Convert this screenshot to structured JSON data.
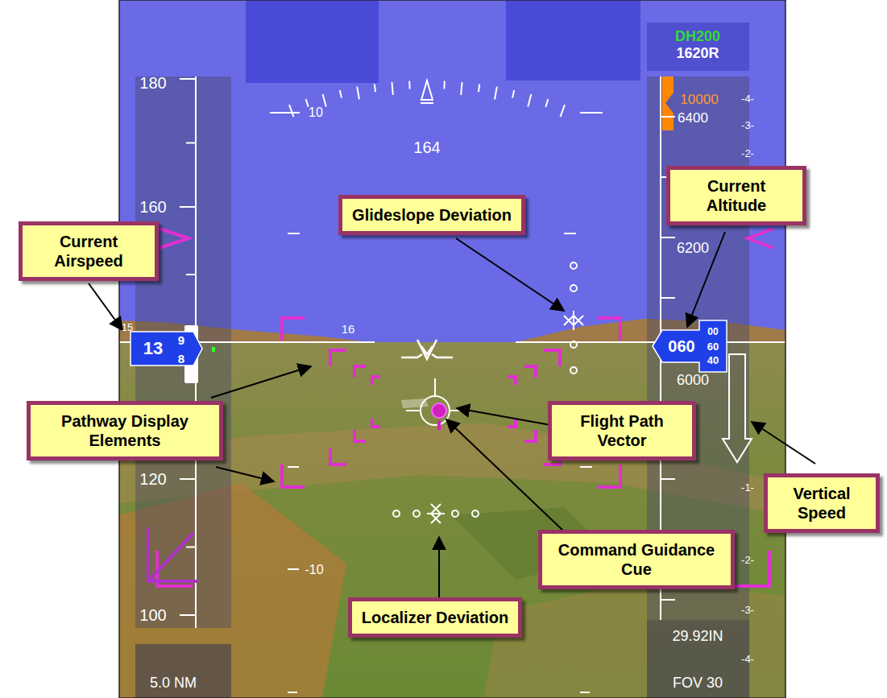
{
  "diagram": {
    "nodes": [
      {
        "text": [
          "Glideslope Deviation"
        ]
      },
      {
        "text": [
          "Current Altitude"
        ]
      },
      {
        "text": [
          "Current Airspeed"
        ]
      },
      {
        "text": [
          "Pathway Display Elements"
        ]
      },
      {
        "text": [
          "Flight Path Vector"
        ]
      },
      {
        "text": [
          "Command Guidance Cue"
        ]
      },
      {
        "text": [
          "Localizer Deviation"
        ]
      },
      {
        "text": [
          "Vertical Speed"
        ]
      }
    ],
    "labels": [
      "DH200",
      "1620R",
      "10000",
      "6400",
      "-4-",
      "-3-",
      "-2-",
      "6200",
      "060",
      "60",
      "40",
      "00",
      "6000",
      "-1-",
      "-2-",
      "-3-",
      "-4-",
      "29.92IN",
      "FOV 30",
      "164",
      "10",
      "-10",
      "16",
      "15",
      "180",
      "160",
      "120",
      "100",
      "13",
      "9",
      "8",
      "5.0 NM"
    ]
  }
}
